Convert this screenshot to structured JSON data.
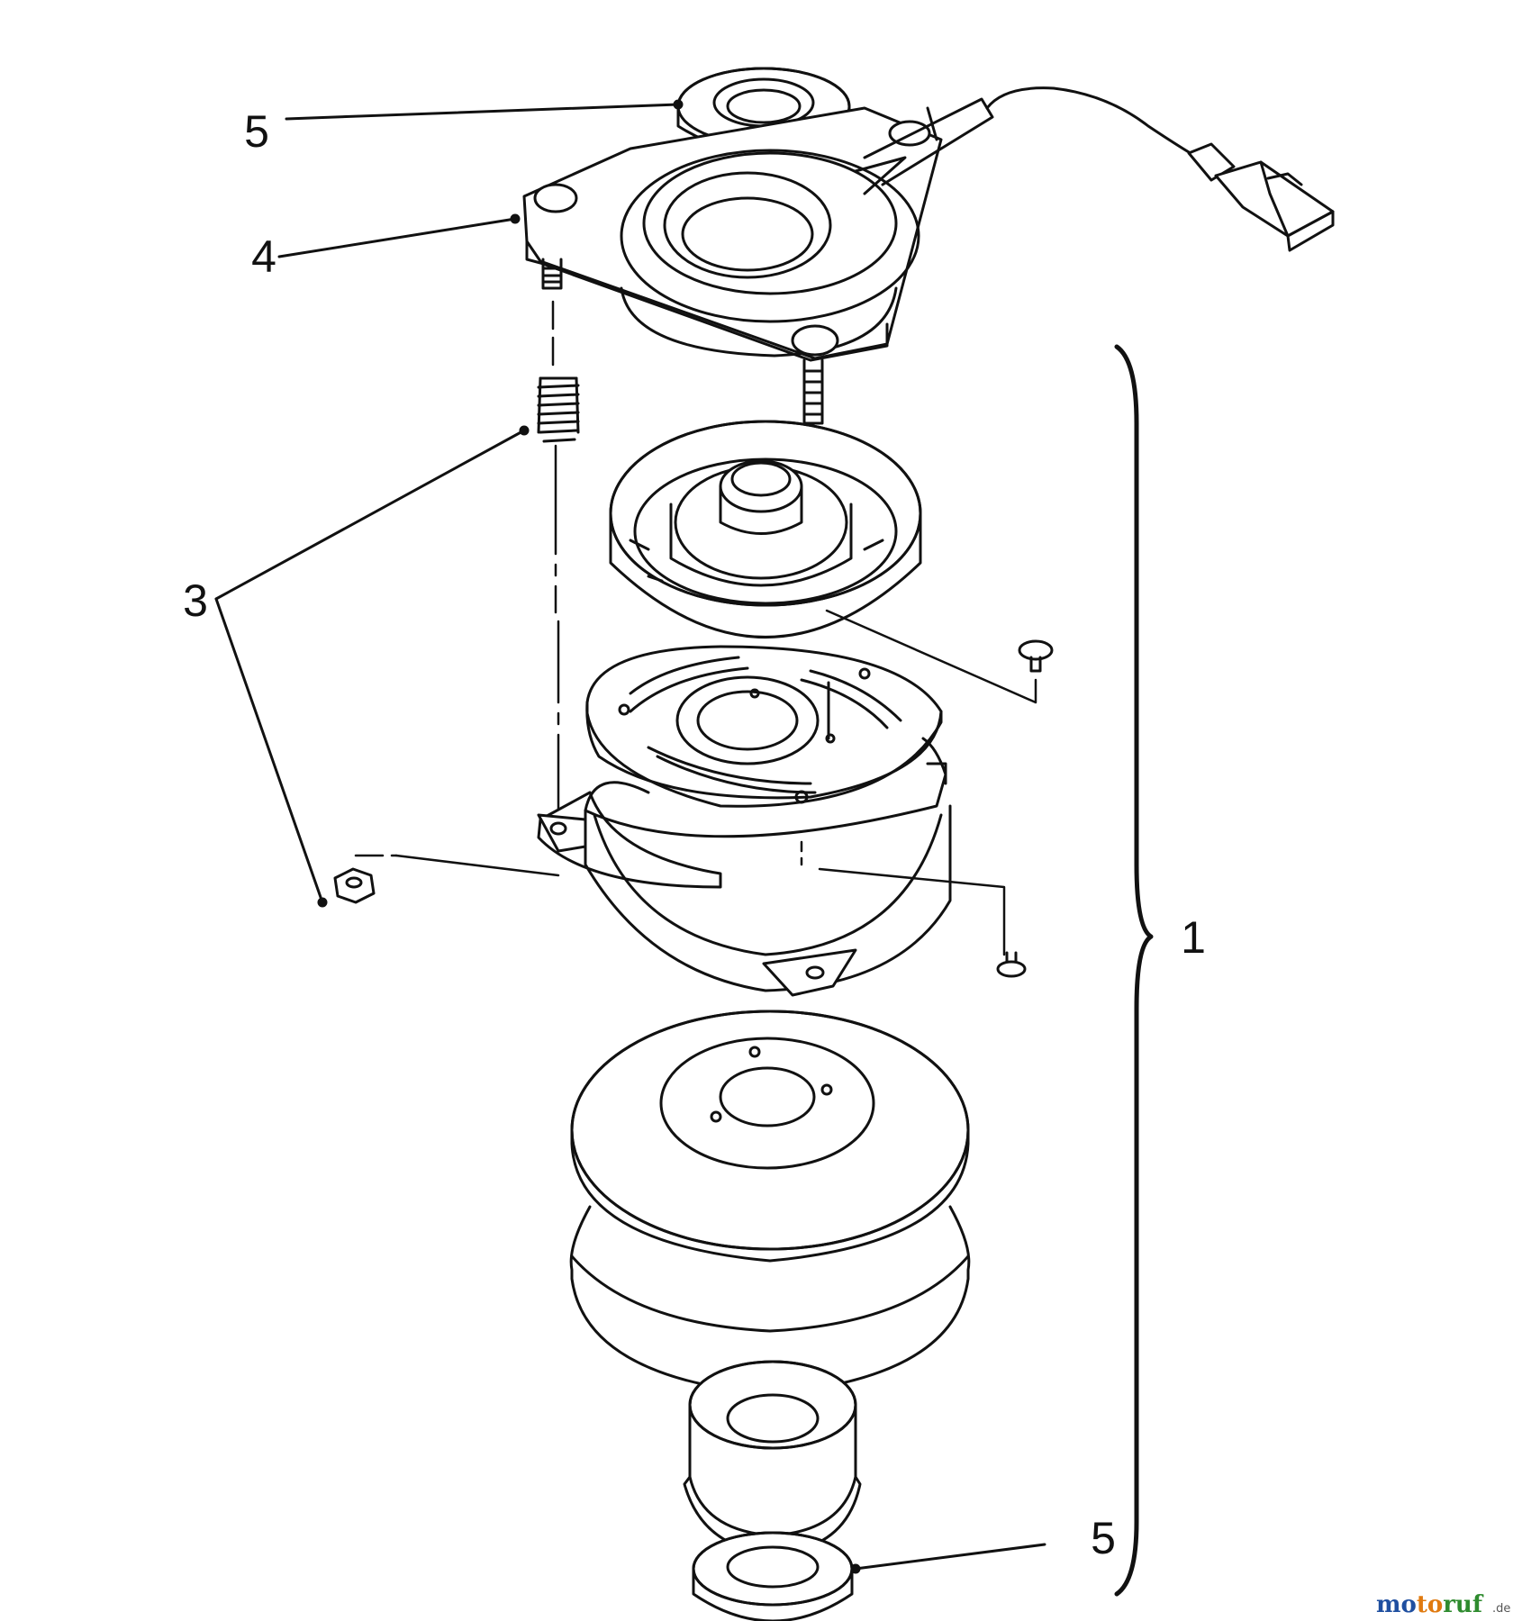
{
  "callouts": {
    "top_bearing": "5",
    "field_housing": "4",
    "spring_nut": "3",
    "clutch_assembly": "1",
    "bottom_bearing": "5"
  },
  "watermark": {
    "brand": "motoruf",
    "suffix": ".de"
  },
  "colors": {
    "line": "#111111",
    "background": "#ffffff"
  }
}
